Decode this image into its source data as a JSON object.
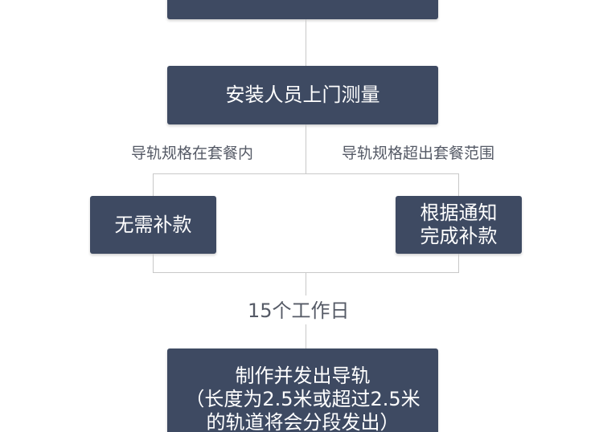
{
  "diagram": {
    "colors": {
      "box_fill": "#3e4a62",
      "box_text": "#ffffff",
      "connector": "#c8c8c8",
      "label_text": "#555a66"
    },
    "top_box": {
      "text": ""
    },
    "measure_box": {
      "text": "安装人员上门测量"
    },
    "branch_left_label": "导轨规格在套餐内",
    "branch_right_label": "导轨规格超出套餐范围",
    "no_payment_box": {
      "text": "无需补款"
    },
    "notify_box": {
      "line1": "根据通知",
      "line2": "完成补款"
    },
    "duration_label": "15个工作日",
    "ship_box": {
      "line1": "制作并发出导轨",
      "line2": "（长度为2.5米或超过2.5米",
      "line3": "的轨道将会分段发出）"
    }
  }
}
